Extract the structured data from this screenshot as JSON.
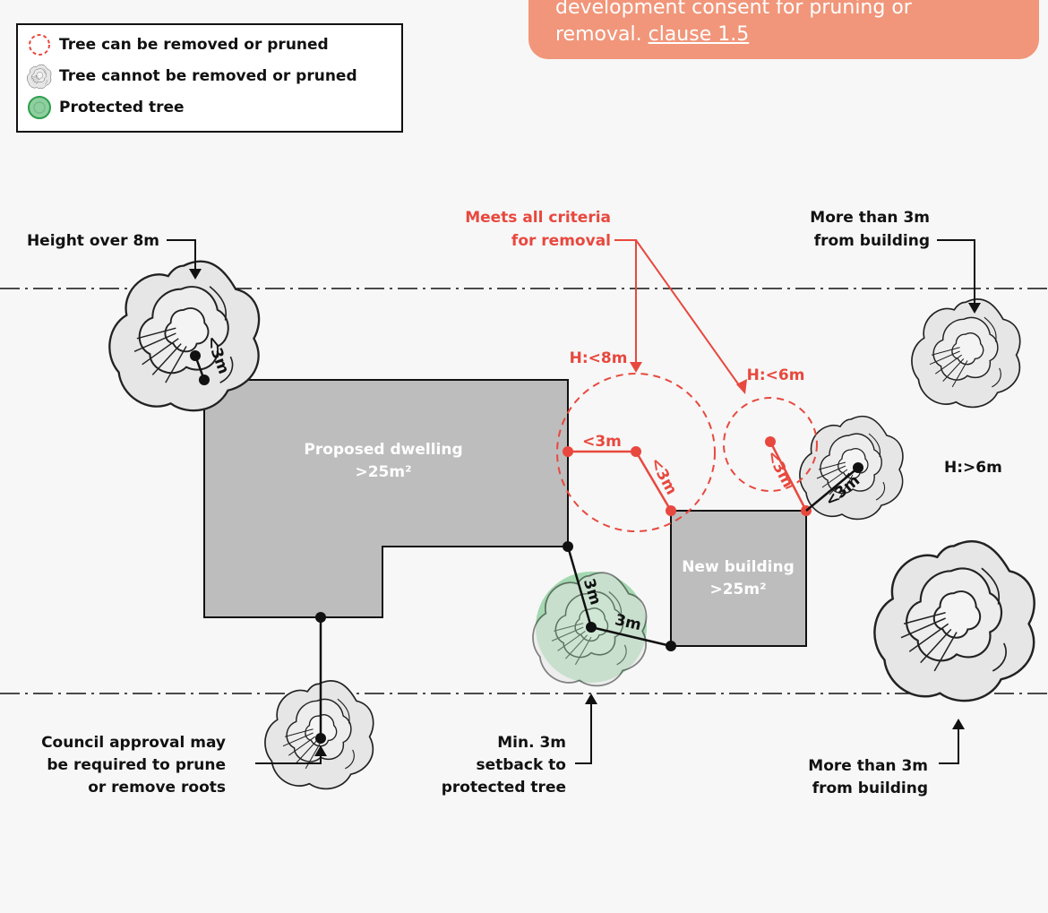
{
  "callout": {
    "text_line1": "development consent for pruning or",
    "text_line2_prefix": "removal. ",
    "link_text": "clause 1.5"
  },
  "legend": {
    "items": [
      {
        "label": "Tree can be removed or pruned",
        "icon": "dashed-red-circle-icon"
      },
      {
        "label": "Tree cannot be removed or pruned",
        "icon": "tree-outline-icon"
      },
      {
        "label": "Protected tree",
        "icon": "green-tree-icon"
      }
    ]
  },
  "labels": {
    "height_over_8m": "Height over 8m",
    "meets_criteria_1": "Meets all criteria",
    "meets_criteria_2": "for removal",
    "more_than_3m_top_1": "More than 3m",
    "more_than_3m_top_2": "from building",
    "h_lt_8m": "H:<8m",
    "h_lt_6m": "H:<6m",
    "h_gt_6m": "H:>6m",
    "lt3m": "<3m",
    "three_m": "3m",
    "proposed_dwelling_1": "Proposed dwelling",
    "proposed_dwelling_2": ">25m²",
    "new_building_1": "New building",
    "new_building_2": ">25m²",
    "council_1": "Council approval may",
    "council_2": "be required to prune",
    "council_3": "or remove roots",
    "min_setback_1": "Min. 3m",
    "min_setback_2": "setback to",
    "min_setback_3": "protected tree",
    "more_than_3m_bottom_1": "More than 3m",
    "more_than_3m_bottom_2": "from building"
  },
  "colors": {
    "background": "#f7f7f7",
    "red": "#e8483e",
    "building": "#bdbdbd",
    "protected_green": "#8fcf9f",
    "callout": "#f1967a",
    "line": "#111111"
  }
}
